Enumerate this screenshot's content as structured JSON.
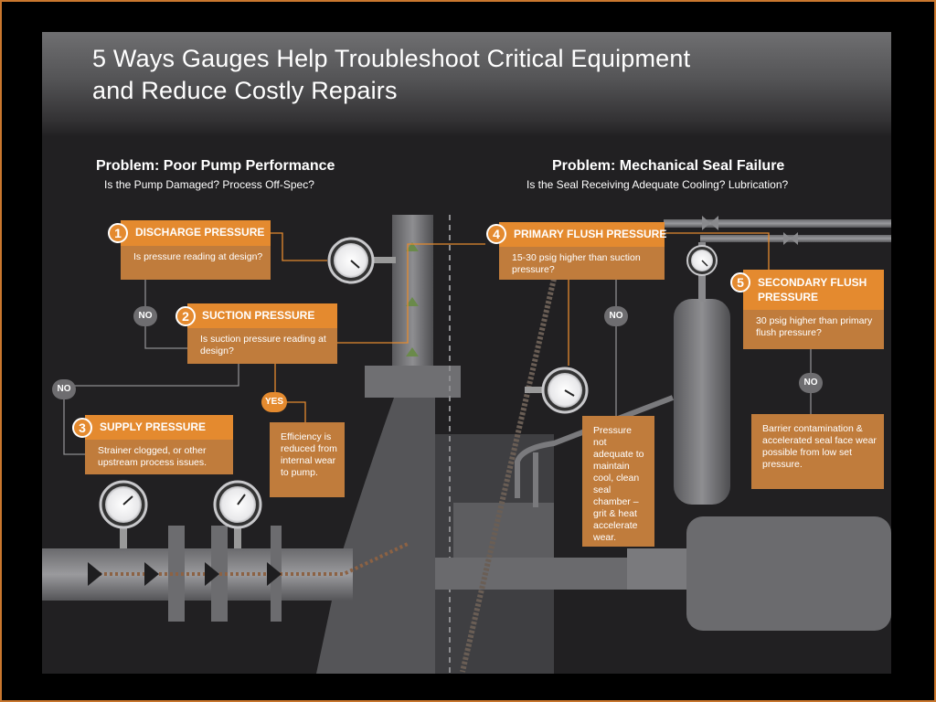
{
  "title": {
    "line1": "5 Ways Gauges Help Troubleshoot Critical Equipment",
    "line2": "and Reduce Costly Repairs"
  },
  "left_problem": {
    "title": "Problem: Poor Pump Performance",
    "subtitle": "Is the Pump Damaged? Process Off-Spec?"
  },
  "right_problem": {
    "title": "Problem: Mechanical Seal Failure",
    "subtitle": "Is the Seal Receiving Adequate Cooling? Lubrication?"
  },
  "steps": [
    {
      "number": "1",
      "label": "DISCHARGE PRESSURE",
      "text": "Is pressure reading at design?"
    },
    {
      "number": "2",
      "label": "SUCTION PRESSURE",
      "text": "Is suction pressure reading at design?"
    },
    {
      "number": "3",
      "label": "SUPPLY PRESSURE",
      "text": "Strainer clogged, or other upstream process issues."
    },
    {
      "number": "4",
      "label": "PRIMARY FLUSH PRESSURE",
      "text": "15-30 psig higher than suction pressure?"
    },
    {
      "number": "5",
      "label": "SECONDARY FLUSH PRESSURE",
      "text": "30 psig higher than primary flush pressure?"
    }
  ],
  "badges": {
    "no": "NO",
    "yes": "YES"
  },
  "outcomes": {
    "efficiency": "Efficiency is reduced from internal wear to pump.",
    "pressure_not_adequate": "Pressure not adequate to maintain cool, clean seal chamber – grit & heat accelerate wear.",
    "barrier": "Barrier contamination & accelerated seal face wear possible from low set pressure."
  },
  "colors": {
    "accent_orange": "#e48a2f",
    "box_body": "#c07c3c",
    "background": "#212022",
    "frame_border": "#c9772e",
    "badge_grey": "#6e6d70"
  },
  "icons": [
    "pressure-gauge-icon",
    "flow-arrow-icon",
    "valve-icon"
  ]
}
